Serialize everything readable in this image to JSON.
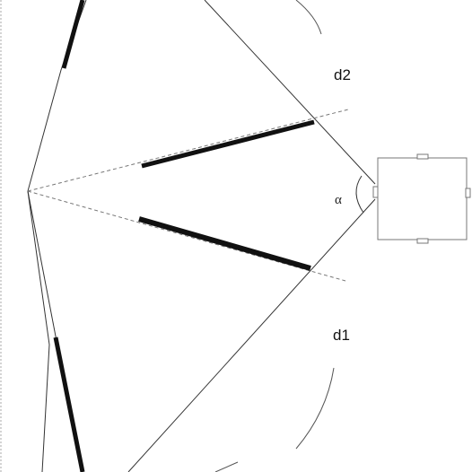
{
  "labels": {
    "distance_top": "d2",
    "distance_bottom": "d1",
    "angle": "α"
  },
  "colors": {
    "line": "#333333",
    "bar": "#111111",
    "dashed": "#777777",
    "device_border": "#777777",
    "port_fill": "#ffffff",
    "background": "#ffffff"
  }
}
